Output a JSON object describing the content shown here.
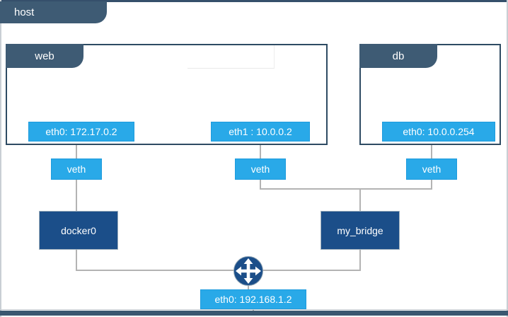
{
  "host": {
    "label": "host"
  },
  "containers": [
    {
      "id": "web",
      "label": "web",
      "interfaces": [
        {
          "label": "eth0: 172.17.0.2"
        },
        {
          "label": "eth1 : 10.0.0.2"
        }
      ]
    },
    {
      "id": "db",
      "label": "db",
      "interfaces": [
        {
          "label": "eth0: 10.0.0.254"
        }
      ]
    }
  ],
  "veths": [
    {
      "label": "veth"
    },
    {
      "label": "veth"
    },
    {
      "label": "veth"
    }
  ],
  "bridges": [
    {
      "label": "docker0"
    },
    {
      "label": "my_bridge"
    }
  ],
  "host_interface": {
    "label": "eth0: 192.168.1.2"
  },
  "icons": {
    "router": "crossed-arrows-router-icon"
  },
  "colors": {
    "slate_tab": "#3E5B74",
    "container_border": "#2E4B63",
    "cyan_node": "#29A9E8",
    "navy_node": "#1B4E89",
    "connector_gray": "#B3B3B3",
    "bottom_bar": "#3A5770"
  }
}
